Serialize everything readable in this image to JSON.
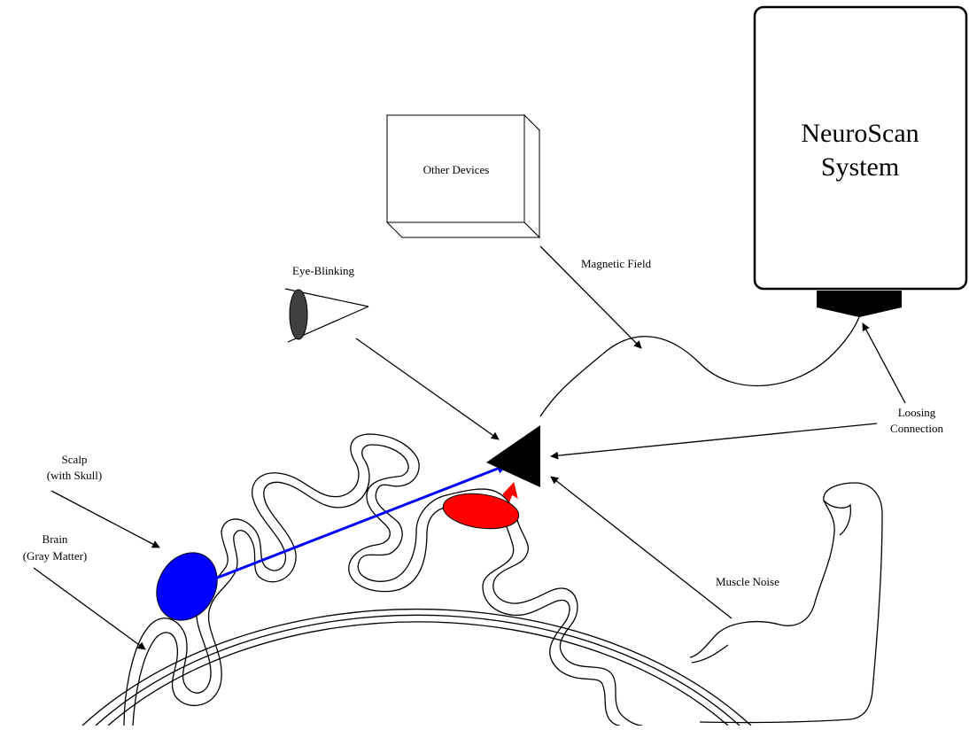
{
  "diagram": {
    "system_label_line1": "NeuroScan",
    "system_label_line2": "System",
    "other_devices": "Other Devices",
    "magnetic_field": "Magnetic Field",
    "eye_blinking": "Eye-Blinking",
    "loosing_line1": "Loosing",
    "loosing_line2": "Connection",
    "scalp_line1": "Scalp",
    "scalp_line2": "(with Skull)",
    "brain_line1": "Brain",
    "brain_line2": "(Gray Matter)",
    "muscle_noise": "Muscle Noise"
  },
  "colors": {
    "blue_source": "#0000ff",
    "red_source": "#ff0000",
    "eye": "#404040",
    "electrode": "#000000"
  }
}
